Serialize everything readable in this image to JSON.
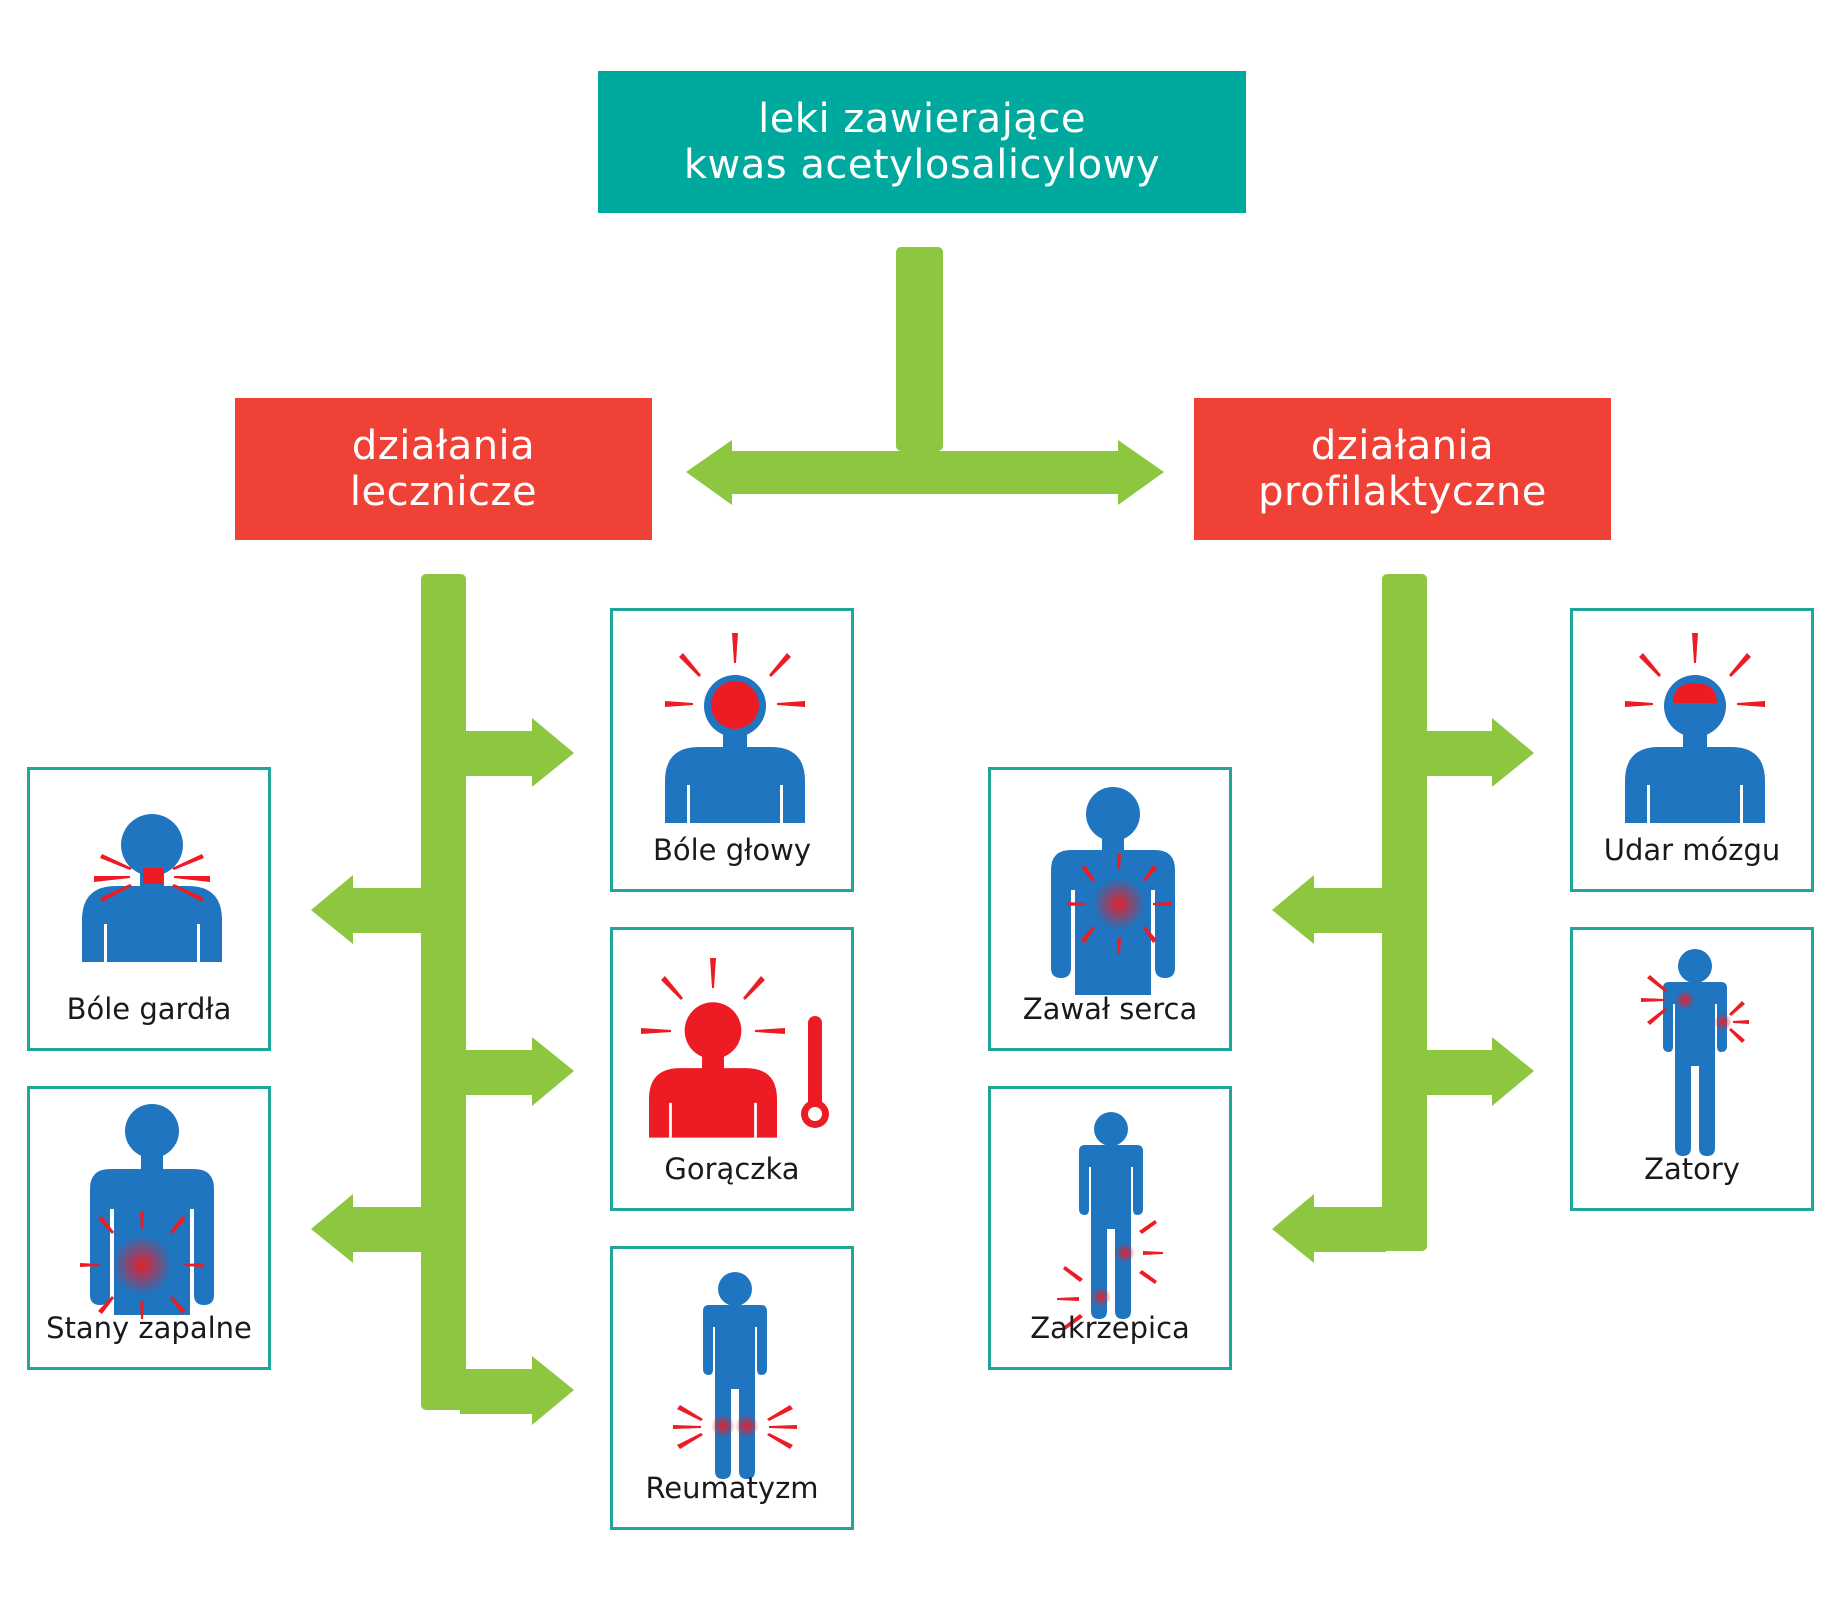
{
  "root": {
    "line1": "leki zawierające",
    "line2": "kwas acetylosalicylowy"
  },
  "left_branch": {
    "line1": "działania",
    "line2": "lecznicze"
  },
  "right_branch": {
    "line1": "działania",
    "line2": "profilaktyczne"
  },
  "cards": {
    "bole_glowy": "Bóle głowy",
    "bole_gardla": "Bóle gardła",
    "goraczka": "Gorączka",
    "stany_zapalne": "Stany zapalne",
    "reumatyzm": "Reumatyzm",
    "udar_mozgu": "Udar mózgu",
    "zawal_serca": "Zawał serca",
    "zatory": "Zatory",
    "zakrzepica": "Zakrzepica"
  },
  "colors": {
    "root_bg": "#00a99d",
    "branch_bg": "#ef4136",
    "arrow": "#8dc63f",
    "figure": "#1f75bf",
    "pain": "#ed1c24",
    "card_border": "#1fa59a"
  }
}
